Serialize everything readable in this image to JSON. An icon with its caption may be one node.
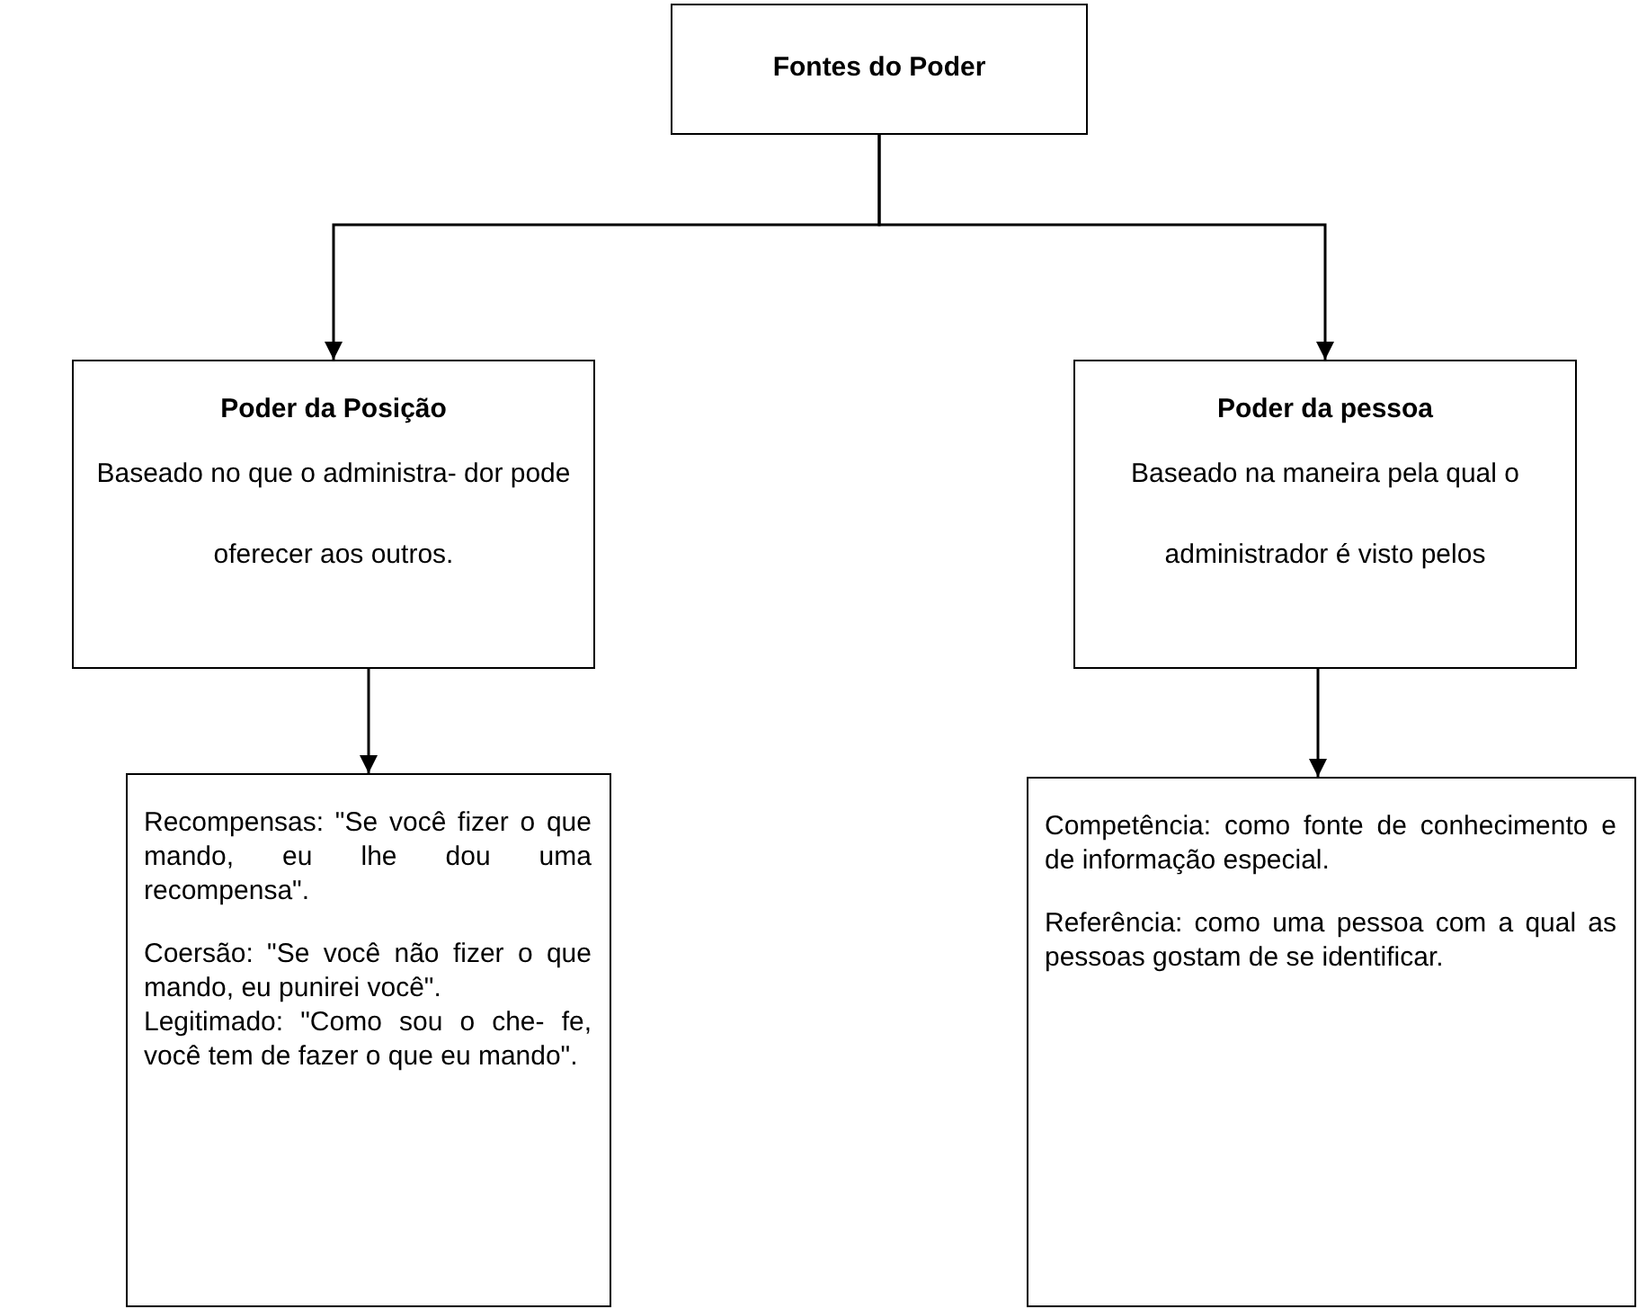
{
  "diagram": {
    "nodes": [
      {
        "text": [
          "Fontes do Poder"
        ]
      },
      {
        "text": [
          "Poder da Posição",
          "Baseado no que o administra- dor pode oferecer aos outros."
        ]
      },
      {
        "text": [
          "Poder da pessoa",
          "Baseado na maneira pela qual o administrador é visto pelos"
        ]
      },
      {
        "text": [
          "Recompensas: \"Se você fizer o que mando, eu lhe dou uma recompensa\".",
          "Coersão: \"Se você não fizer o que mando, eu punirei você\".",
          "Legitimado: \"Como sou o che- fe, você tem de fazer o que eu mando\"."
        ]
      },
      {
        "text": [
          "Competência: como fonte de conhecimento e de informação especial.",
          "Referência: como uma pessoa com a qual as pessoas gostam de se identificar."
        ]
      }
    ],
    "edges": [
      {
        "from": 0,
        "to": 1,
        "arrow": "to"
      },
      {
        "from": 0,
        "to": 2,
        "arrow": "to"
      },
      {
        "from": 1,
        "to": 3,
        "arrow": "to"
      },
      {
        "from": 2,
        "to": 4,
        "arrow": "to"
      }
    ]
  }
}
